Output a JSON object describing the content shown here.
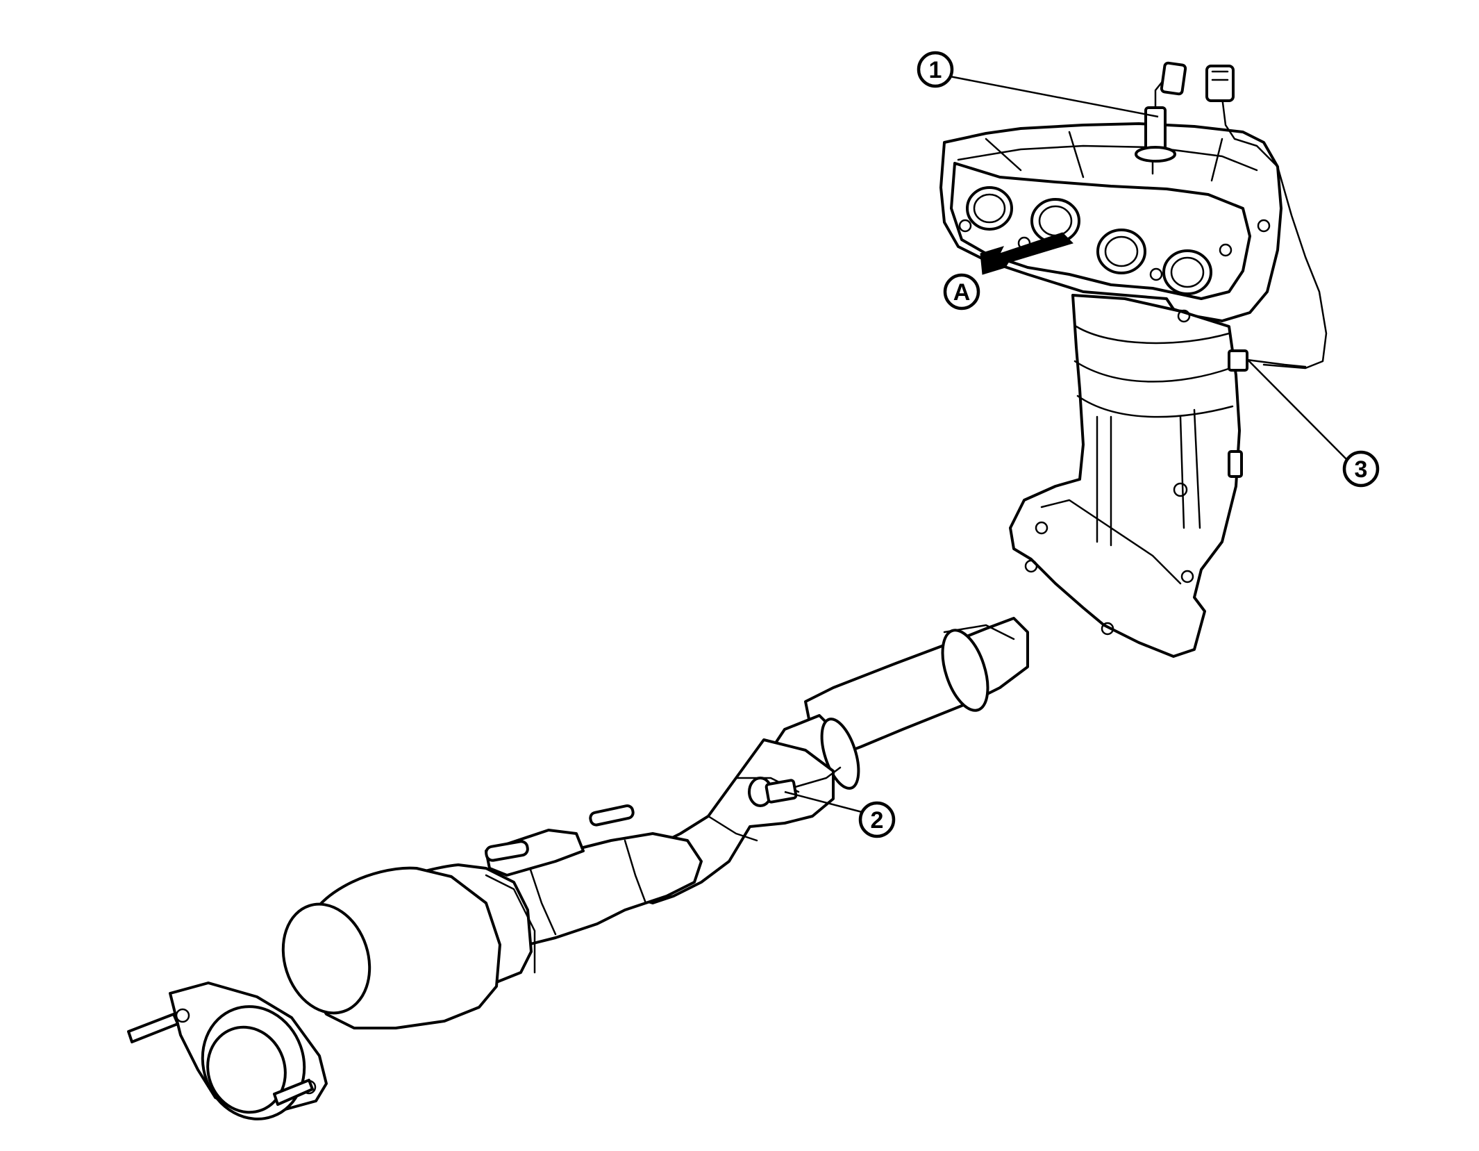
{
  "diagram": {
    "callouts": [
      {
        "id": "c1",
        "label": "1",
        "part": "sensor-1"
      },
      {
        "id": "c2",
        "label": "2",
        "part": "sensor-2"
      },
      {
        "id": "c3",
        "label": "3",
        "part": "sensor-3"
      }
    ],
    "direction_marker": {
      "label": "A"
    }
  }
}
